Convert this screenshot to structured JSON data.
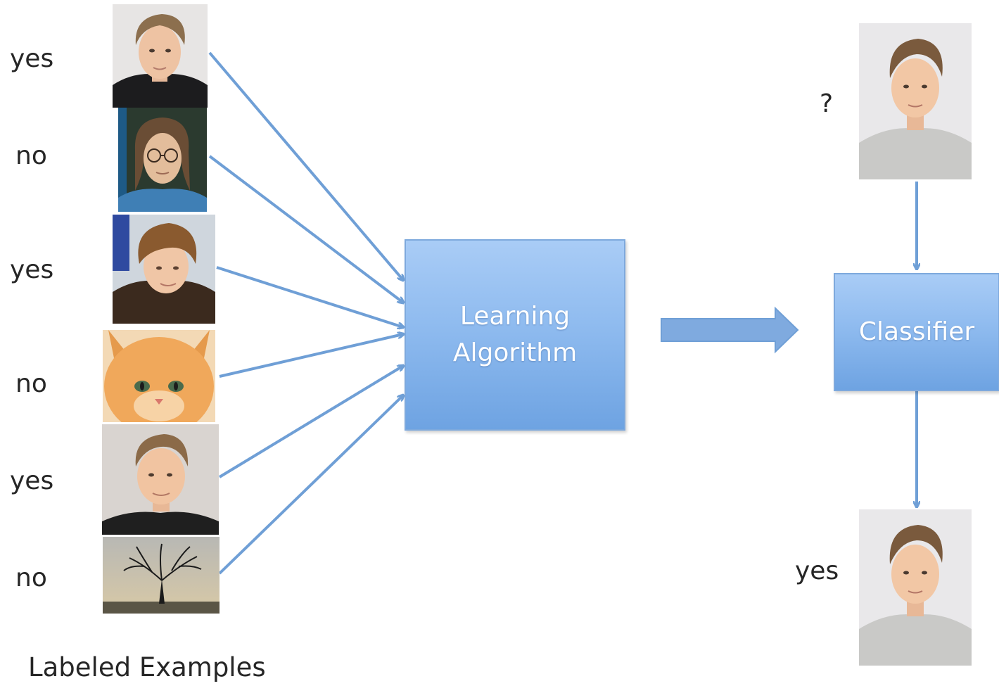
{
  "examples": [
    {
      "label": "yes",
      "subject": "young-man-portrait-1"
    },
    {
      "label": "no",
      "subject": "man-with-round-glasses-portrait"
    },
    {
      "label": "yes",
      "subject": "young-man-portrait-2"
    },
    {
      "label": "no",
      "subject": "orange-kitten"
    },
    {
      "label": "yes",
      "subject": "young-man-portrait-3"
    },
    {
      "label": "no",
      "subject": "tree-silhouette"
    }
  ],
  "examples_caption": "Labeled Examples",
  "learning_algorithm": {
    "line1": "Learning",
    "line2": "Algorithm"
  },
  "classifier": {
    "label": "Classifier"
  },
  "query": {
    "label": "?",
    "subject": "young-man-portrait-query"
  },
  "result": {
    "label": "yes",
    "subject": "young-man-portrait-result"
  },
  "colors": {
    "arrow": "#6f9fd6",
    "box_top": "#a9ccf6",
    "box_bottom": "#6ea3e2",
    "box_text": "#ffffff"
  }
}
